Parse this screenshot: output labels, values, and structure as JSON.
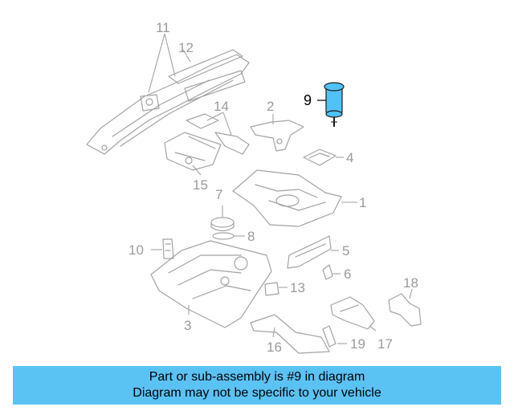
{
  "diagram": {
    "labels": [
      "11",
      "12",
      "14",
      "2",
      "9",
      "4",
      "15",
      "7",
      "1",
      "8",
      "10",
      "5",
      "6",
      "13",
      "18",
      "3",
      "17",
      "16",
      "19"
    ],
    "highlighted_part": "9"
  },
  "caption": {
    "line1": "Part or sub-assembly is #9 in diagram",
    "line2": "Diagram may not be specific to your vehicle"
  },
  "colors": {
    "caption_bg": "#5bc2f4",
    "highlight_part_fill": "#4fc3f7",
    "part_stroke": "#a3a3a3",
    "label_text": "#9b9b9b"
  }
}
